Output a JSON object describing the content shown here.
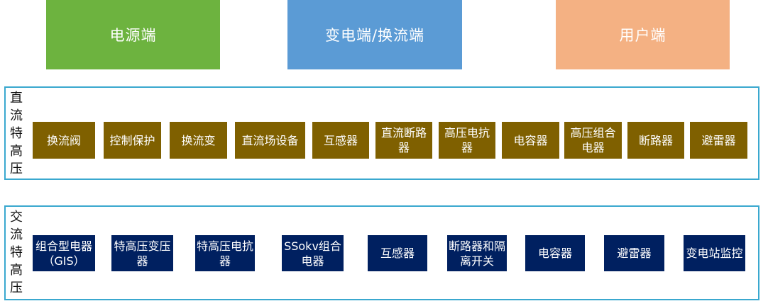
{
  "colors": {
    "source": "#6db33f",
    "station": "#5b9bd5",
    "user": "#f4b183",
    "dc_item": "#7f6000",
    "ac_item": "#002060",
    "panel_border": "#3aa8cf"
  },
  "top": {
    "source_label": "电源端",
    "station_label": "变电端/换流端",
    "user_label": "用户端"
  },
  "dc": {
    "label": "直流特高压",
    "items": [
      "换流阀",
      "控制保护",
      "换流变",
      "直流场设备",
      "互感器",
      "直流断路器",
      "高压电抗器",
      "电容器",
      "高压组合电器",
      "断路器",
      "避雷器"
    ]
  },
  "ac": {
    "label": "交流特高压",
    "items": [
      "组合型电器（GIS）",
      "特高压变压器",
      "特高压电抗器",
      "SSokv组合电器",
      "互感器",
      "断路器和隔离开关",
      "电容器",
      "避雷器",
      "变电站监控"
    ]
  }
}
